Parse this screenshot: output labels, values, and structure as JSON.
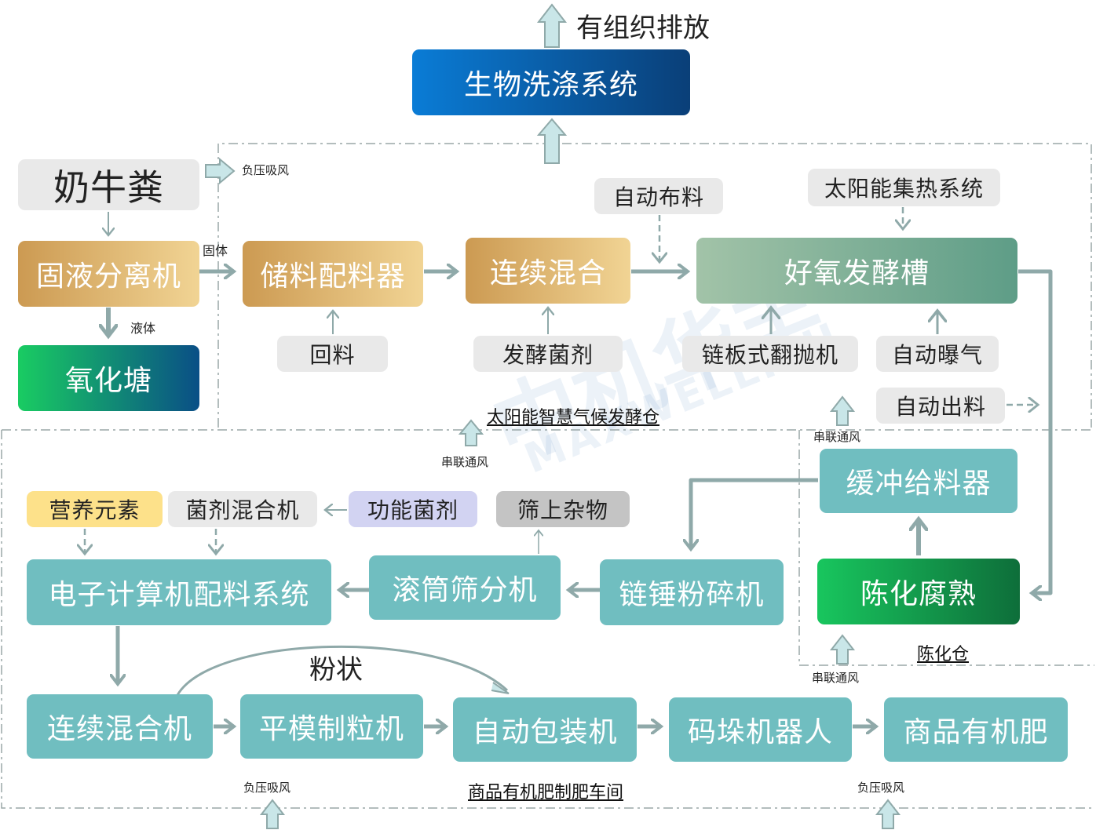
{
  "watermark": {
    "cn": "中机华丰",
    "en": "MAXWELLFUL"
  },
  "top": {
    "emission_label": "有组织排放",
    "bio_scrubber": "生物洗涤系统"
  },
  "source": {
    "manure": "奶牛粪",
    "separator": "固液分离机",
    "solid_label": "固体",
    "liquid_label": "液体",
    "oxidation_pond": "氧化塘",
    "negative_suction": "负压吸风"
  },
  "fermentation": {
    "storage_batcher": "储料配料器",
    "continuous_mixing": "连续混合",
    "auto_feeding": "自动布料",
    "solar_collector": "太阳能集热系统",
    "aerobic_tank": "好氧发酵槽",
    "return_material": "回料",
    "inoculant": "发酵菌剂",
    "chain_turner": "链板式翻抛机",
    "auto_aeration": "自动曝气",
    "auto_discharge": "自动出料",
    "zone_label": "太阳能智慧气候发酵仓",
    "series_ventilation": "串联通风"
  },
  "aging": {
    "buffer_feeder": "缓冲给料器",
    "aging_maturation": "陈化腐熟",
    "zone_label": "陈化仓",
    "series_ventilation_top": "串联通风",
    "series_ventilation_bottom": "串联通风"
  },
  "workshop": {
    "nutrients": "营养元素",
    "inoculant_mixer": "菌剂混合机",
    "functional_inoculant": "功能菌剂",
    "oversize_impurities": "筛上杂物",
    "batching_system": "电子计算机配料系统",
    "drum_screen": "滚筒筛分机",
    "chain_crusher": "链锤粉碎机",
    "continuous_mixer": "连续混合机",
    "powder_label": "粉状",
    "granulator": "平模制粒机",
    "auto_packer": "自动包装机",
    "palletizing_robot": "码垛机器人",
    "product": "商品有机肥",
    "zone_label": "商品有机肥制肥车间",
    "negative_suction_left": "负压吸风",
    "negative_suction_right": "负压吸风"
  },
  "colors": {
    "gold": "#dcb06a",
    "teal": "#70bec0",
    "green": "#129444",
    "sage": "#82b097",
    "blue": "#0a5fae",
    "arrow": "#8fa9a9",
    "hollow_arrow_fill": "#c9e6e8"
  }
}
